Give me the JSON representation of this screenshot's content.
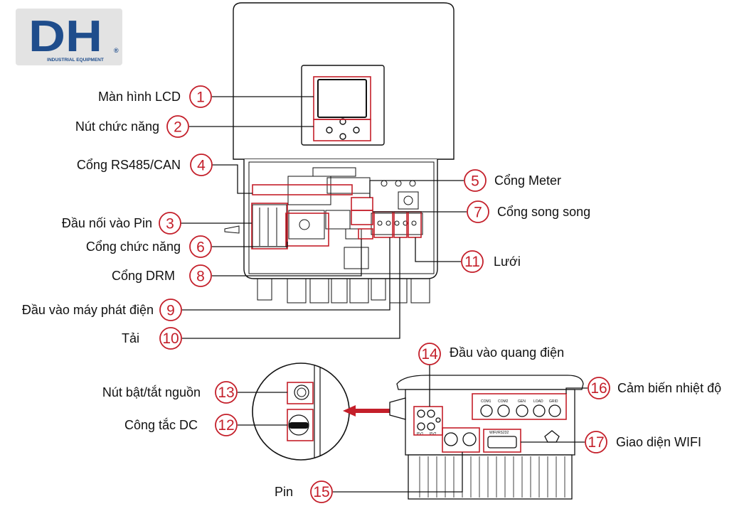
{
  "logo": {
    "mark": "DH",
    "registered": "®",
    "tagline": "INDUSTRIAL EQUIPMENT"
  },
  "colors": {
    "callout": "#c41f2a",
    "line": "#111111",
    "logo_blue": "#1f4d8c"
  },
  "callouts": [
    {
      "num": "1",
      "label": "Màn hình LCD"
    },
    {
      "num": "2",
      "label": "Nút chức năng"
    },
    {
      "num": "3",
      "label": "Đầu nối vào Pin"
    },
    {
      "num": "4",
      "label": "Cổng RS485/CAN"
    },
    {
      "num": "5",
      "label": "Cổng Meter"
    },
    {
      "num": "6",
      "label": "Cổng chức năng"
    },
    {
      "num": "7",
      "label": "Cổng song song"
    },
    {
      "num": "8",
      "label": "Cổng DRM"
    },
    {
      "num": "9",
      "label": "Đầu vào máy phát điện"
    },
    {
      "num": "10",
      "label": "Tải"
    },
    {
      "num": "11",
      "label": "Lưới"
    },
    {
      "num": "12",
      "label": "Công tắc DC"
    },
    {
      "num": "13",
      "label": "Nút bật/tắt nguồn"
    },
    {
      "num": "14",
      "label": "Đầu vào quang điện"
    },
    {
      "num": "15",
      "label": "Pin"
    },
    {
      "num": "16",
      "label": "Cảm biến nhiệt độ"
    },
    {
      "num": "17",
      "label": "Giao diện WIFI"
    }
  ],
  "device_labels": {
    "com1": "COM1",
    "com2": "COM2",
    "gen": "GEN",
    "load": "LOAD",
    "grid": "GRID",
    "wifi": "WIFI/RS232",
    "pv1": "PV1",
    "pv2": "PV2"
  }
}
